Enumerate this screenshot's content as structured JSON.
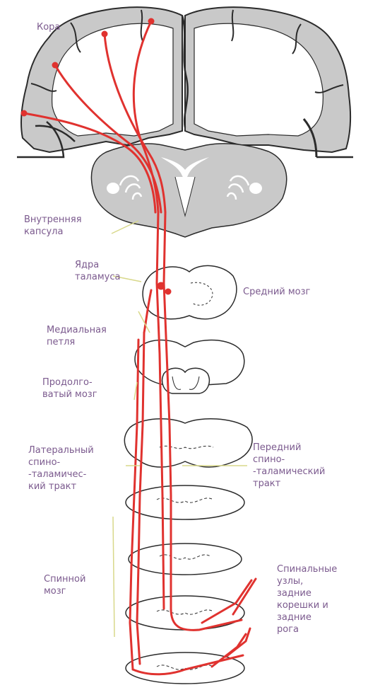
{
  "labels": {
    "cortex": "Кора",
    "internal_capsule": "Внутренняя\nкапсула",
    "thalamus_nuclei": "Ядра\nталамуса",
    "midbrain": "Средний мозг",
    "medial_lemniscus": "Медиальная\nпетля",
    "medulla": "Продолго-\nватый мозг",
    "lateral_tract": "Латеральный\nспино-\n-таламичес-\nкий тракт",
    "anterior_tract": "Передний\nспино-\n-таламический\nтракт",
    "spinal_cord": "Спинной\nмозг",
    "spinal_ganglia": "Спинальные\nузлы,\nзадние\nкорешки и\nзадние\nрога"
  },
  "colors": {
    "pathway": "#e0322f",
    "tissue": "#c9c9c9",
    "outline": "#2b2b2b",
    "label_text": "#7b5a8e",
    "leader": "#d8d88a"
  }
}
